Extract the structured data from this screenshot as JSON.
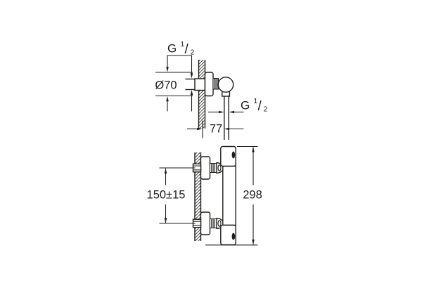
{
  "drawing": {
    "description": "shower mixer technical installation drawing, two side views",
    "background": "#ffffff",
    "line_color": "#1d1d1b",
    "annotations": {
      "g_half_inlet": {
        "prefix": "G",
        "numerator": "1",
        "slash": "/",
        "denominator": "2"
      },
      "g_half_outlet": {
        "prefix": "G",
        "numerator": "1",
        "slash": "/",
        "denominator": "2"
      },
      "escutcheon_diameter": "Ø70",
      "wall_projection": "77",
      "connection_center_distance": "150±15",
      "overall_height": "298"
    }
  }
}
